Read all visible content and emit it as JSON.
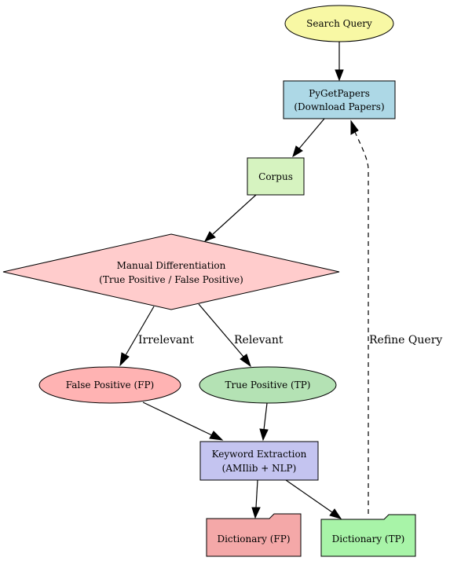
{
  "diagram": {
    "nodes": {
      "search_query": {
        "label": "Search Query",
        "fill": "#f8f8a4"
      },
      "pygetpapers": {
        "line1": "PyGetPapers",
        "line2": "(Download Papers)",
        "fill": "#add8e6"
      },
      "corpus": {
        "label": "Corpus",
        "fill": "#d6f3c0"
      },
      "manual_diff": {
        "line1": "Manual Differentiation",
        "line2": "(True Positive / False Positive)",
        "fill": "#ffcccc"
      },
      "false_positive": {
        "label": "False Positive (FP)",
        "fill": "#ffb3b3"
      },
      "true_positive": {
        "label": "True Positive (TP)",
        "fill": "#b4e2b4"
      },
      "keyword_extraction": {
        "line1": "Keyword Extraction",
        "line2": "(AMIlib + NLP)",
        "fill": "#c4c4f0"
      },
      "dictionary_fp": {
        "label": "Dictionary (FP)",
        "fill": "#f4a8a8"
      },
      "dictionary_tp": {
        "label": "Dictionary (TP)",
        "fill": "#a8f4a8"
      }
    },
    "edges": {
      "irrelevant": "Irrelevant",
      "relevant": "Relevant",
      "refine_query": "Refine Query"
    }
  }
}
